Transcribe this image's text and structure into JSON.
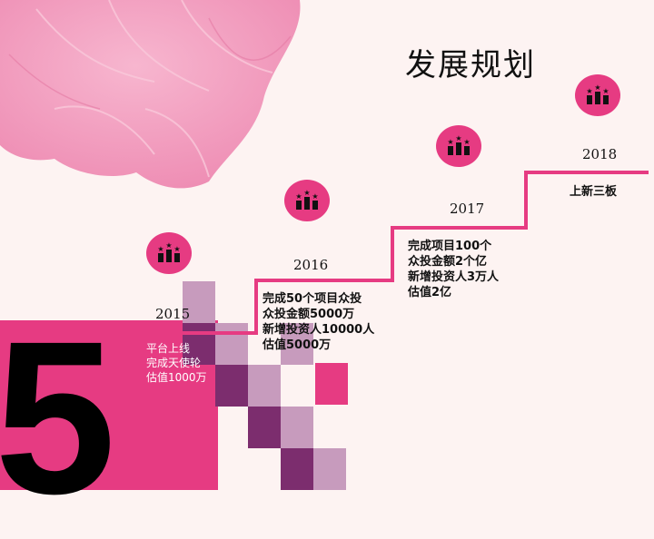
{
  "title": "发展规划",
  "big_number": "5",
  "colors": {
    "accent": "#e63b82",
    "purple_dark": "#7c2d6e",
    "purple_light": "#c79bbd",
    "background": "#fdf3f2"
  },
  "icon": "podium-stars-icon",
  "milestones": [
    {
      "year": "2015",
      "lines": [
        "平台上线",
        "完成天使轮",
        "估值1000万"
      ]
    },
    {
      "year": "2016",
      "lines": [
        "完成50个项目众投",
        "众投金额5000万",
        "新增投资人10000人",
        "估值5000万"
      ]
    },
    {
      "year": "2017",
      "lines": [
        "完成项目100个",
        "众投金额2个亿",
        "新增投资人3万人",
        "估值2亿"
      ]
    },
    {
      "year": "2018",
      "lines": [
        "上新三板"
      ]
    }
  ]
}
